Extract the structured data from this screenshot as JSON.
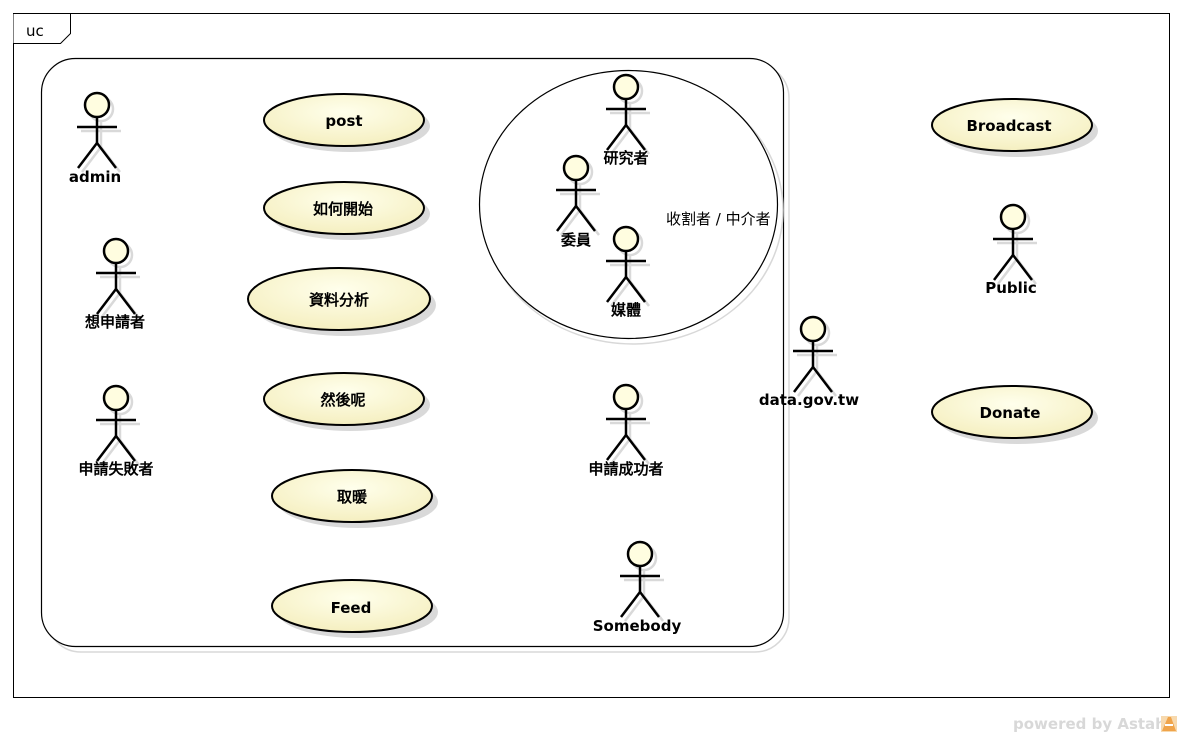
{
  "frame": {
    "label": "uc"
  },
  "colors": {
    "usecase_fill_light": "#ffffe6",
    "usecase_fill_dark": "#f6f0c0",
    "actor_head_fill": "#fffde0",
    "shadow": "#d9d9d9",
    "line": "#000000",
    "watermark": "#d8d8d8",
    "astah_logo": "#f0a44a"
  },
  "boundary": {
    "group": {
      "label": "收割者 / 中介者"
    }
  },
  "use_cases": [
    {
      "id": "uc-post",
      "label": "post"
    },
    {
      "id": "uc-how-to-start",
      "label": "如何開始"
    },
    {
      "id": "uc-data-analysis",
      "label": "資料分析"
    },
    {
      "id": "uc-then-what",
      "label": "然後呢"
    },
    {
      "id": "uc-get-warm",
      "label": "取暖"
    },
    {
      "id": "uc-feed",
      "label": "Feed"
    },
    {
      "id": "uc-broadcast",
      "label": "Broadcast"
    },
    {
      "id": "uc-donate",
      "label": "Donate"
    }
  ],
  "actors": [
    {
      "id": "actor-admin",
      "label": "admin"
    },
    {
      "id": "actor-applicant",
      "label": "想申請者"
    },
    {
      "id": "actor-failed-applicant",
      "label": "申請失敗者"
    },
    {
      "id": "actor-researcher",
      "label": "研究者"
    },
    {
      "id": "actor-committee",
      "label": "委員"
    },
    {
      "id": "actor-media",
      "label": "媒體"
    },
    {
      "id": "actor-successful-applicant",
      "label": "申請成功者"
    },
    {
      "id": "actor-somebody",
      "label": "Somebody"
    },
    {
      "id": "actor-data-gov-tw",
      "label": "data.gov.tw"
    },
    {
      "id": "actor-public",
      "label": "Public"
    }
  ],
  "watermark": {
    "text": "powered by Astah"
  }
}
